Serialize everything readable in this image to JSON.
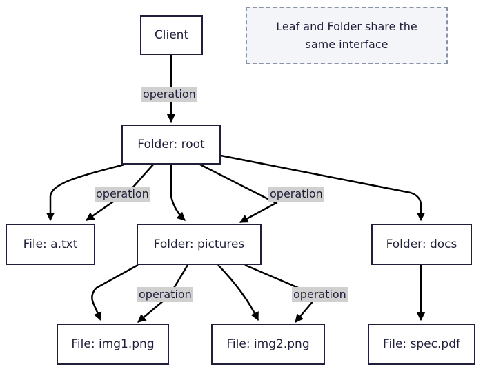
{
  "diagram": {
    "note": "Leaf and Folder share the\nsame interface",
    "nodes": {
      "client": "Client",
      "root": "Folder: root",
      "a_txt": "File: a.txt",
      "pictures": "Folder: pictures",
      "docs": "Folder: docs",
      "img1": "File: img1.png",
      "img2": "File: img2.png",
      "spec": "File: spec.pdf"
    },
    "edge_labels": {
      "client_root": "operation",
      "root_a_txt": "operation",
      "root_pictures": "operation",
      "pictures_img1": "operation",
      "pictures_img2": "operation"
    }
  },
  "colors": {
    "node_border": "#1f1f3a",
    "edge": "#000000",
    "edge_label_bg": "#d0d0d0",
    "note_bg": "#f3f5f9",
    "note_border": "#8a93a6"
  }
}
